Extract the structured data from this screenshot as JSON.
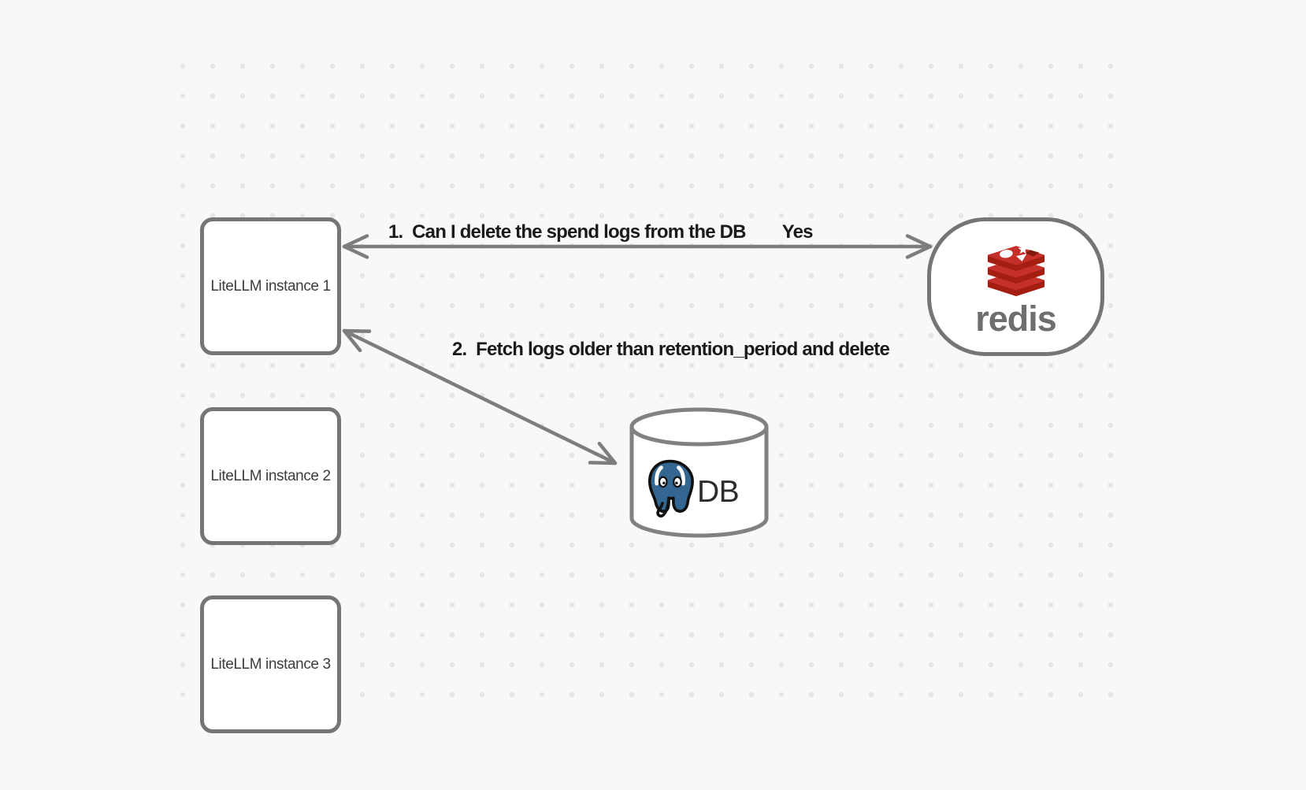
{
  "canvas": {
    "background": "#f8f8f8",
    "dot_color": "#e6e6e6"
  },
  "nodes": {
    "instances": [
      {
        "label": "LiteLLM instance 1"
      },
      {
        "label": "LiteLLM instance 2"
      },
      {
        "label": "LiteLLM instance 3"
      }
    ],
    "redis": {
      "label": "redis",
      "icon": "redis-logo-icon"
    },
    "db": {
      "label": "DB",
      "icon": "postgres-elephant-icon"
    }
  },
  "annotations": {
    "step1": "1.  Can I delete the spend logs from the DB",
    "step1_answer": "Yes",
    "step2": "2.  Fetch logs older than retention_period and delete"
  },
  "colors": {
    "shape_stroke": "#757575",
    "arrow_stroke": "#7d7d7d",
    "cylinder_stroke": "#818181",
    "note_text": "#1a1a1a",
    "box_label_text": "#3c3c3c",
    "redis_red": "#c6302b",
    "redis_dark_red": "#a41e11",
    "redis_wordmark_gray": "#6e6e6e",
    "postgres_blue": "#336791",
    "db_label_text": "#2c2c2c"
  }
}
